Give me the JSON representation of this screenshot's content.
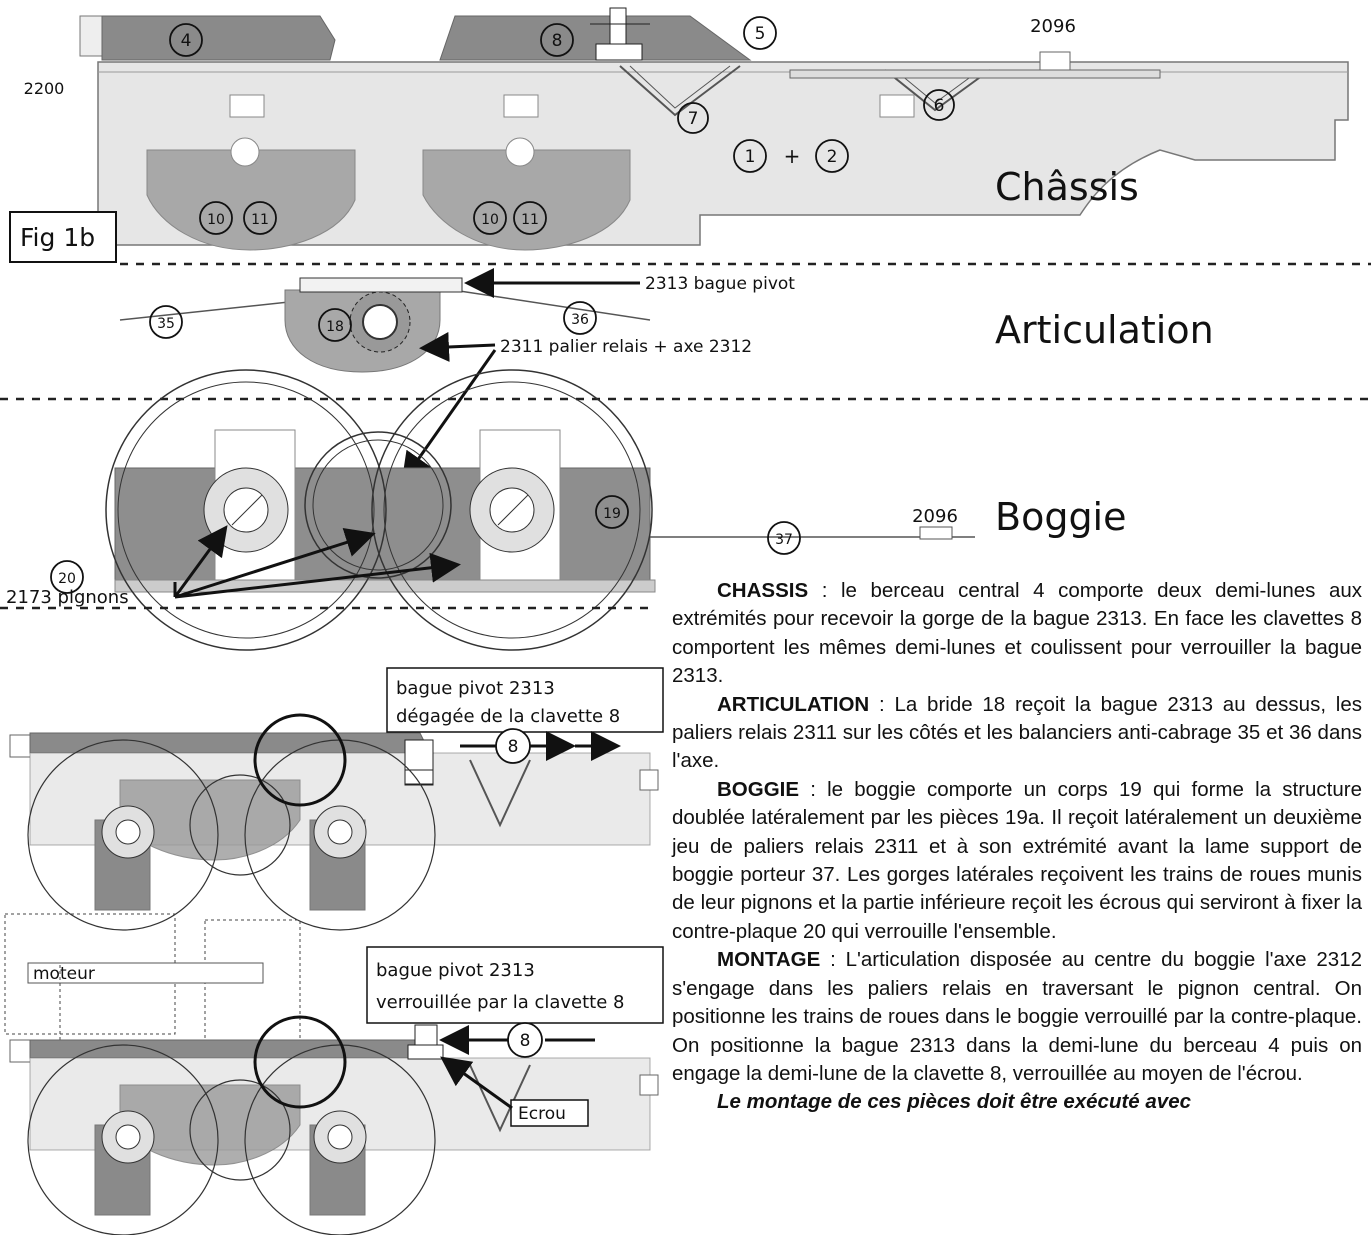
{
  "figure": {
    "label": "Fig 1b",
    "sections": {
      "chassis": "Châssis",
      "articulation": "Articulation",
      "boggie": "Boggie"
    },
    "numbers": {
      "n2200": "2200",
      "n2096_top": "2096",
      "n2096_boggie": "2096",
      "c4": "4",
      "c8": "8",
      "c5": "5",
      "c7": "7",
      "c6": "6",
      "c1": "1",
      "c2": "2",
      "plus": "+",
      "c10a": "10",
      "c11a": "11",
      "c10b": "10",
      "c11b": "11",
      "c35": "35",
      "c36": "36",
      "c18": "18",
      "c19": "19",
      "c20": "20",
      "c37": "37",
      "c8_upper": "8",
      "c8_lower": "8"
    },
    "callouts": {
      "bague_pivot": "2313 bague pivot",
      "palier_relais": "2311 palier relais + axe 2312",
      "pignons": "2173 pignons",
      "box_upper_line1": "bague pivot 2313",
      "box_upper_line2": "dégagée de la clavette 8",
      "box_lower_line1": "bague pivot 2313",
      "box_lower_line2": "verrouillée par la clavette 8",
      "moteur": "moteur",
      "ecrou": "Ecrou"
    }
  },
  "text": {
    "p1_head": "CHASSIS",
    "p1_body": " : le berceau central 4 comporte deux demi-lunes aux extrémités pour recevoir la gorge de la bague 2313. En face les clavettes 8 comportent les mêmes demi-lunes et coulissent pour verrouiller la bague 2313.",
    "p2_head": "ARTICULATION",
    "p2_body": " : La bride 18 reçoit la bague 2313 au dessus, les paliers relais 2311 sur les côtés et les balanciers anti-cabrage 35 et 36 dans l'axe.",
    "p3_head": "BOGGIE",
    "p3_body": " : le boggie comporte un corps 19 qui forme la structure doublée latéralement par les pièces 19a. Il reçoit latéralement un deuxième jeu de paliers relais 2311 et à son extrémité avant la lame support de boggie porteur 37. Les gorges latérales reçoivent les trains de roues munis de leur pignons et la partie inférieure reçoit les écrous qui serviront à fixer la contre-plaque 20 qui verrouille l'ensemble.",
    "p4_head": "MONTAGE",
    "p4_body": " : L'articulation disposée au centre du boggie l'axe 2312  s'engage dans les paliers relais en traversant le pignon central. On positionne les trains de roues dans le boggie verrouillé par la contre-plaque. On positionne la bague 2313 dans la demi-lune du berceau 4 puis on engage la demi-lune de la clavette 8,  verrouillée au moyen de l'écrou.",
    "p5": "Le montage de ces pièces doit être exécuté avec"
  },
  "colors": {
    "dark_gray": "#8a8a8a",
    "mid_gray": "#a8a8a8",
    "light_gray": "#e4e4e4",
    "line": "#111111"
  }
}
